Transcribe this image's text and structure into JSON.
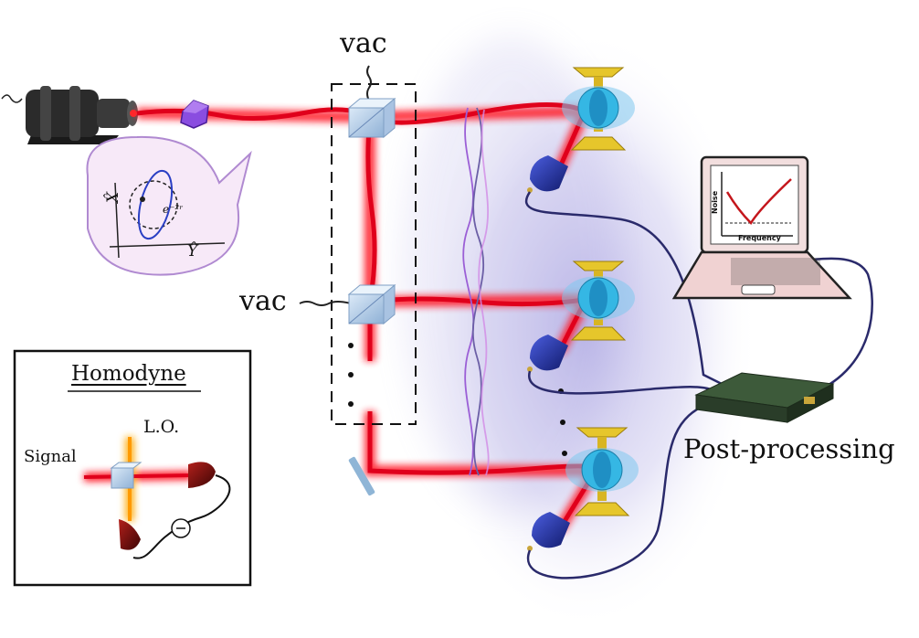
{
  "labels": {
    "vac_top": "vac",
    "vac_mid": "vac",
    "post_processing": "Post-processing",
    "homodyne_title": "Homodyne",
    "lo": "L.O.",
    "signal": "Signal",
    "laptop_xlabel": "Frequency",
    "laptop_ylabel": "Noise",
    "quadrature_x": "X̂",
    "quadrature_y": "Ŷ",
    "squeeze_factor": "e⁻²ʳ"
  },
  "colors": {
    "beam": "#ff1a2a",
    "beam_core": "#e0001b",
    "squeezer": "#7b3fd1",
    "cloud": "#8a82d6",
    "detector_blue": "#1f2fa8",
    "detector_red": "#7a0a0a",
    "cavity_blue": "#35b7e4",
    "mount_gold": "#e6c62b",
    "cable": "#2a2a6b",
    "plot_curve": "#c4161c"
  }
}
